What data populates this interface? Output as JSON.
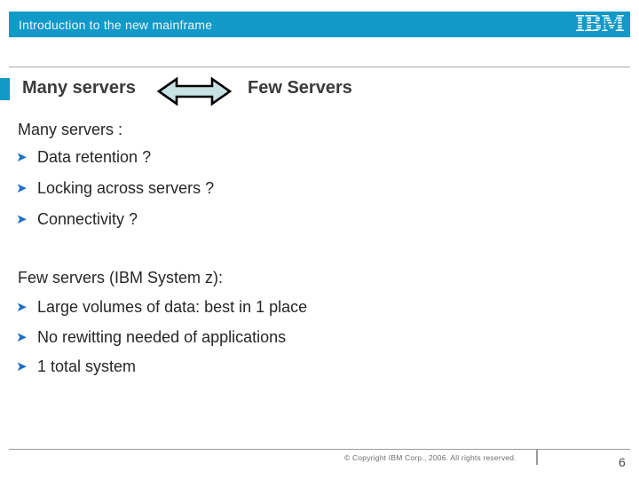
{
  "header": {
    "title": "Introduction to the new mainframe",
    "logo_text": "IBM",
    "bar_color": "#1199C8"
  },
  "title_row": {
    "left_label": "Many servers",
    "right_label": "Few Servers",
    "arrow_icon": "double-headed-horizontal-arrow",
    "arrow_fill": "#C7E2E3",
    "arrow_outline": "#000000"
  },
  "bullet_icon": "➤",
  "sections": [
    {
      "heading": "Many servers :",
      "bullets": [
        "Data retention ?",
        "Locking across servers ?",
        "Connectivity ?"
      ]
    },
    {
      "heading": "Few servers (IBM System z):",
      "bullets": [
        "Large volumes of data: best in 1 place",
        "No rewitting needed of applications",
        "1 total system"
      ]
    }
  ],
  "footer": {
    "copyright": "© Copyright IBM Corp., 2006. All rights reserved.",
    "page_number": "6"
  },
  "colors": {
    "accent": "#1199C8",
    "bullet_blue": "#1B6FC4",
    "title_text": "#3B3B3B",
    "body_text": "#262626"
  }
}
